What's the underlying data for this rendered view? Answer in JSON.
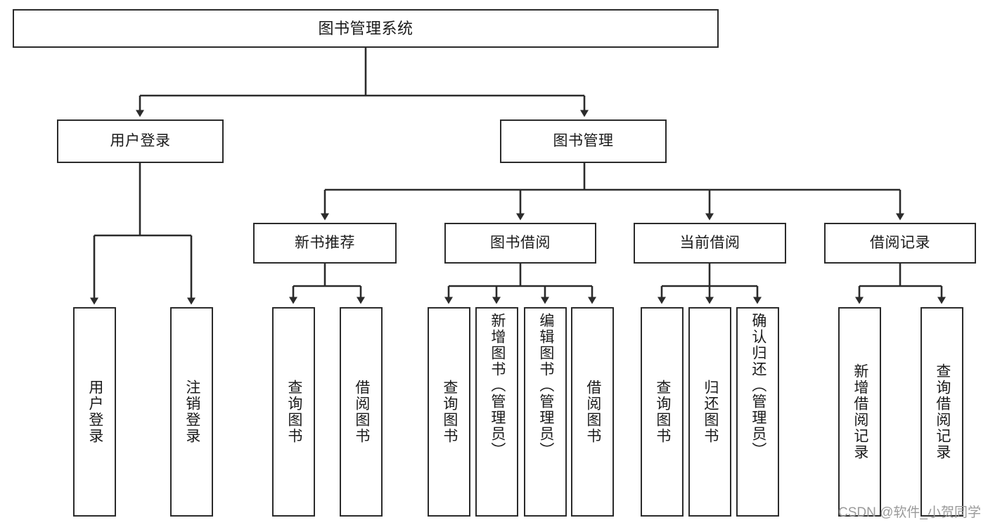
{
  "diagram": {
    "type": "tree",
    "title": "图书管理系统",
    "orientation": "top-down",
    "colors": {
      "box_border": "#2b2b2b",
      "box_fill": "#ffffff",
      "connector": "#2b2b2b",
      "text": "#1a1a1a",
      "watermark": "#9a9a9a",
      "background": "#ffffff"
    },
    "nodes": {
      "root": {
        "label": "图书管理系统"
      },
      "level2": [
        {
          "id": "user-login",
          "label": "用户登录"
        },
        {
          "id": "book-management",
          "label": "图书管理"
        }
      ],
      "level3": [
        {
          "id": "new-book-recommend",
          "label": "新书推荐"
        },
        {
          "id": "book-borrow",
          "label": "图书借阅"
        },
        {
          "id": "current-borrow",
          "label": "当前借阅"
        },
        {
          "id": "borrow-record",
          "label": "借阅记录"
        }
      ],
      "leaves": {
        "user_login": [
          {
            "id": "leaf-user-login",
            "label": "用户登录"
          },
          {
            "id": "leaf-logout-login",
            "label": "注销登录"
          }
        ],
        "new_book_recommend": [
          {
            "id": "leaf-query-book-1",
            "label": "查询图书"
          },
          {
            "id": "leaf-borrow-book-1",
            "label": "借阅图书"
          }
        ],
        "book_borrow": [
          {
            "id": "leaf-query-book-2",
            "label": "查询图书"
          },
          {
            "id": "leaf-add-book",
            "label": "新增图书（管理员）"
          },
          {
            "id": "leaf-edit-book",
            "label": "编辑图书（管理员）"
          },
          {
            "id": "leaf-borrow-book-2",
            "label": "借阅图书"
          }
        ],
        "current_borrow": [
          {
            "id": "leaf-query-book-3",
            "label": "查询图书"
          },
          {
            "id": "leaf-return-book",
            "label": "归还图书"
          },
          {
            "id": "leaf-confirm-return",
            "label": "确认归还（管理员）"
          }
        ],
        "borrow_record": [
          {
            "id": "leaf-add-record",
            "label": "新增借阅记录"
          },
          {
            "id": "leaf-query-record",
            "label": "查询借阅记录"
          }
        ]
      }
    },
    "watermark": "CSDN @软件_小贺同学"
  }
}
